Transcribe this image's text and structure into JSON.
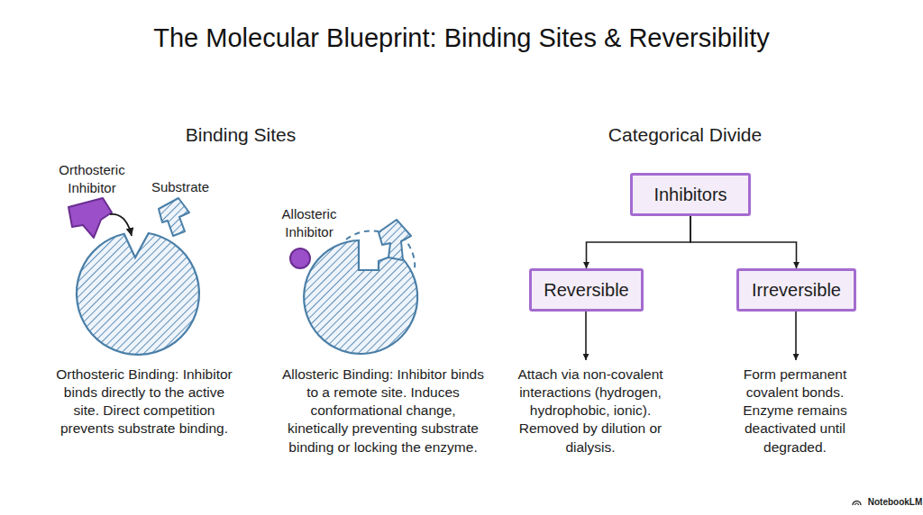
{
  "diagram": {
    "title": "The Molecular Blueprint: Binding Sites & Reversibility",
    "nodes": [
      {
        "text": [
          "Inhibitors"
        ]
      },
      {
        "text": [
          "Reversible"
        ]
      },
      {
        "text": [
          "Irreversible"
        ]
      }
    ],
    "edges": [
      {
        "from": 0,
        "to": 1,
        "arrow": "to"
      },
      {
        "from": 0,
        "to": 2,
        "arrow": "to"
      }
    ],
    "labels": [
      "Binding Sites",
      "Orthosteric Inhibitor",
      "Substrate",
      "Allosteric Inhibitor",
      "Orthosteric Binding: Inhibitor binds directly to the active site. Direct competition prevents substrate binding.",
      "Allosteric Binding: Inhibitor binds to a remote site. Induces conformational change, kinetically preventing substrate binding or locking the enzyme.",
      "Categorical Divide",
      "Attach via non-covalent interactions (hydrogen, hydrophobic, ionic). Removed by dilution or dialysis.",
      "Form permanent covalent bonds. Enzyme remains deactivated until degraded.",
      "NotebookLM"
    ]
  }
}
